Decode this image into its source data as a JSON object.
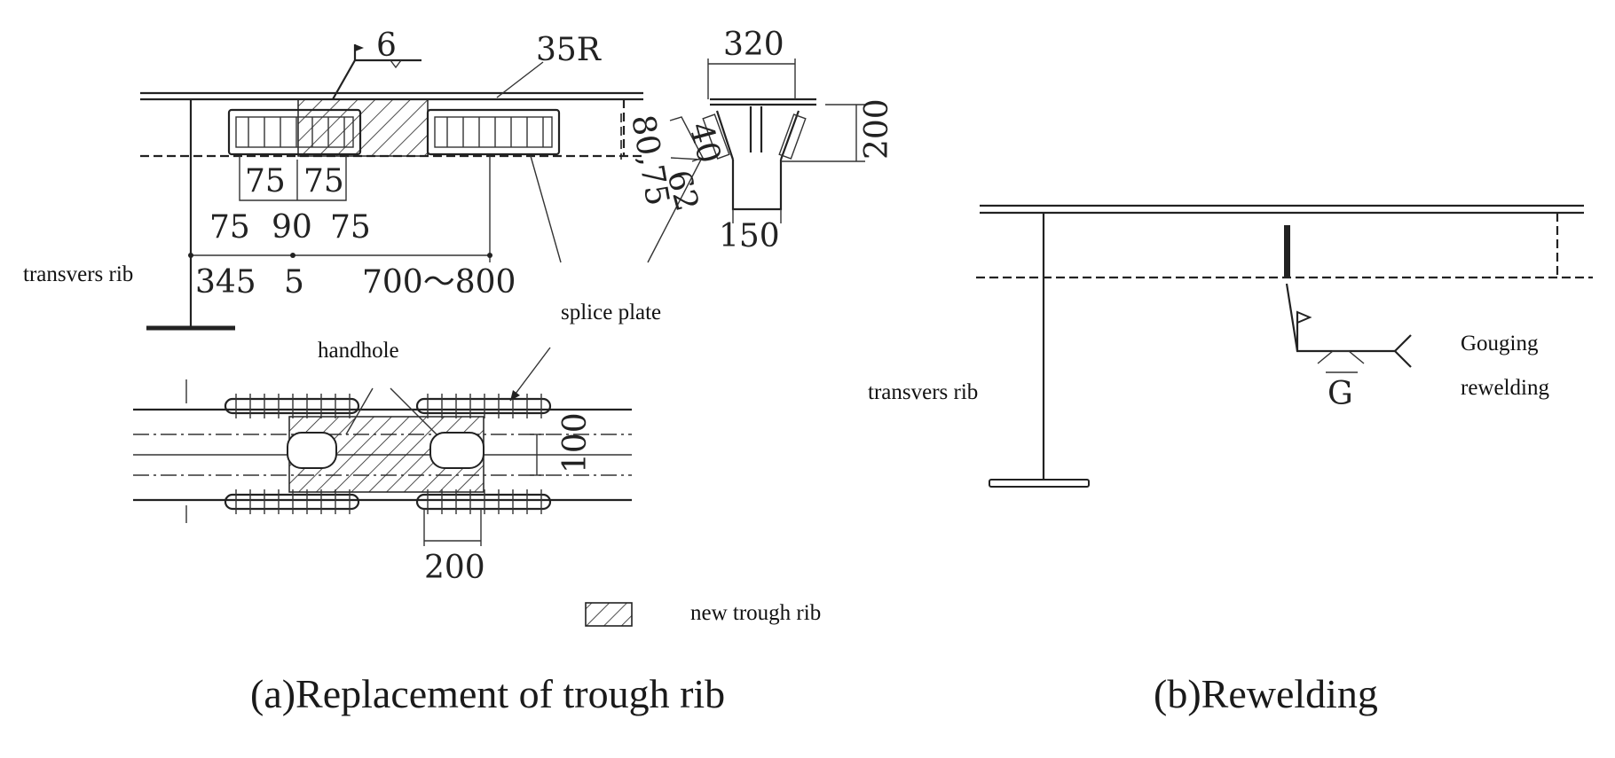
{
  "figure": {
    "panel_a": {
      "caption": "(a)Replacement of trough rib",
      "label_transverse_rib": "transvers rib",
      "label_splice_plate": "splice plate",
      "label_handhole": "handhole",
      "legend_new_trough_rib": "new trough rib",
      "weld_symbol_6": "6",
      "weld_symbol_35R": "35R",
      "dim_75a": "75",
      "dim_75b": "75",
      "dim_75c": "75",
      "dim_90": "90",
      "dim_75d": "75",
      "dim_345": "345",
      "dim_5": "5",
      "dim_700_800": "700～800",
      "section_320": "320",
      "section_200": "200",
      "section_150": "150",
      "section_40": "40",
      "section_80_75": "80,75",
      "section_62": "62",
      "plan_100": "100",
      "plan_200": "200"
    },
    "panel_b": {
      "caption": "(b)Rewelding",
      "label_transverse_rib": "transvers rib",
      "label_gouging": "Gouging",
      "label_rewelding": "rewelding",
      "weld_symbol_G": "G"
    }
  }
}
